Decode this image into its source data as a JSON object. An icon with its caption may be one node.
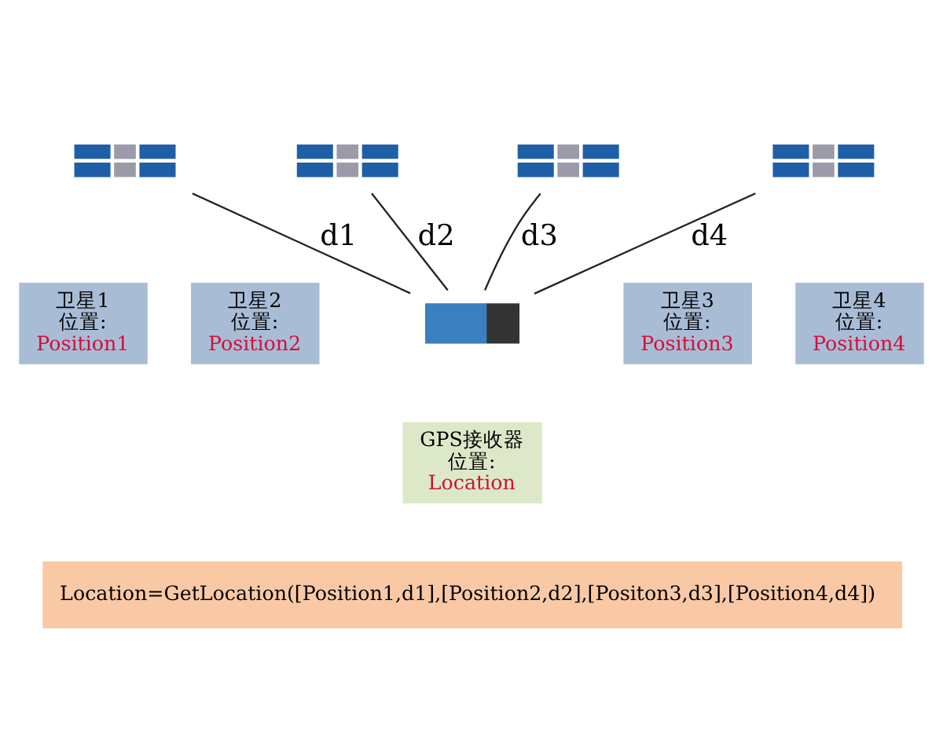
{
  "diagram": {
    "nodes": [
      {
        "text": [],
        "shape": "picture"
      },
      {
        "text": [
          "卫星1",
          "位置:",
          "Position1"
        ]
      },
      {
        "text": [],
        "shape": "picture"
      },
      {
        "text": [
          "卫星2",
          "位置:",
          "Position2"
        ]
      },
      {
        "text": [],
        "shape": "picture"
      },
      {
        "text": [
          "卫星3",
          "位置:",
          "Position3"
        ]
      },
      {
        "text": [],
        "shape": "picture"
      },
      {
        "text": [
          "卫星4",
          "位置:",
          "Position4"
        ]
      },
      {
        "text": [],
        "shape": "picture"
      },
      {
        "text": [
          "GPS接收器",
          "位置:",
          "Location"
        ]
      },
      {
        "text": [
          "Location=GetLocation([Position1,d1],[Position2,d2],[Positon3,d3],[Position4,d4])"
        ]
      }
    ],
    "edges": [
      {
        "from": 8,
        "to": 0,
        "arrow": "none",
        "label": "d1"
      },
      {
        "from": 8,
        "to": 2,
        "arrow": "none",
        "label": "d2"
      },
      {
        "from": 8,
        "to": 4,
        "arrow": "none",
        "label": "d3"
      },
      {
        "from": 8,
        "to": 6,
        "arrow": "none",
        "label": "d4"
      }
    ]
  }
}
